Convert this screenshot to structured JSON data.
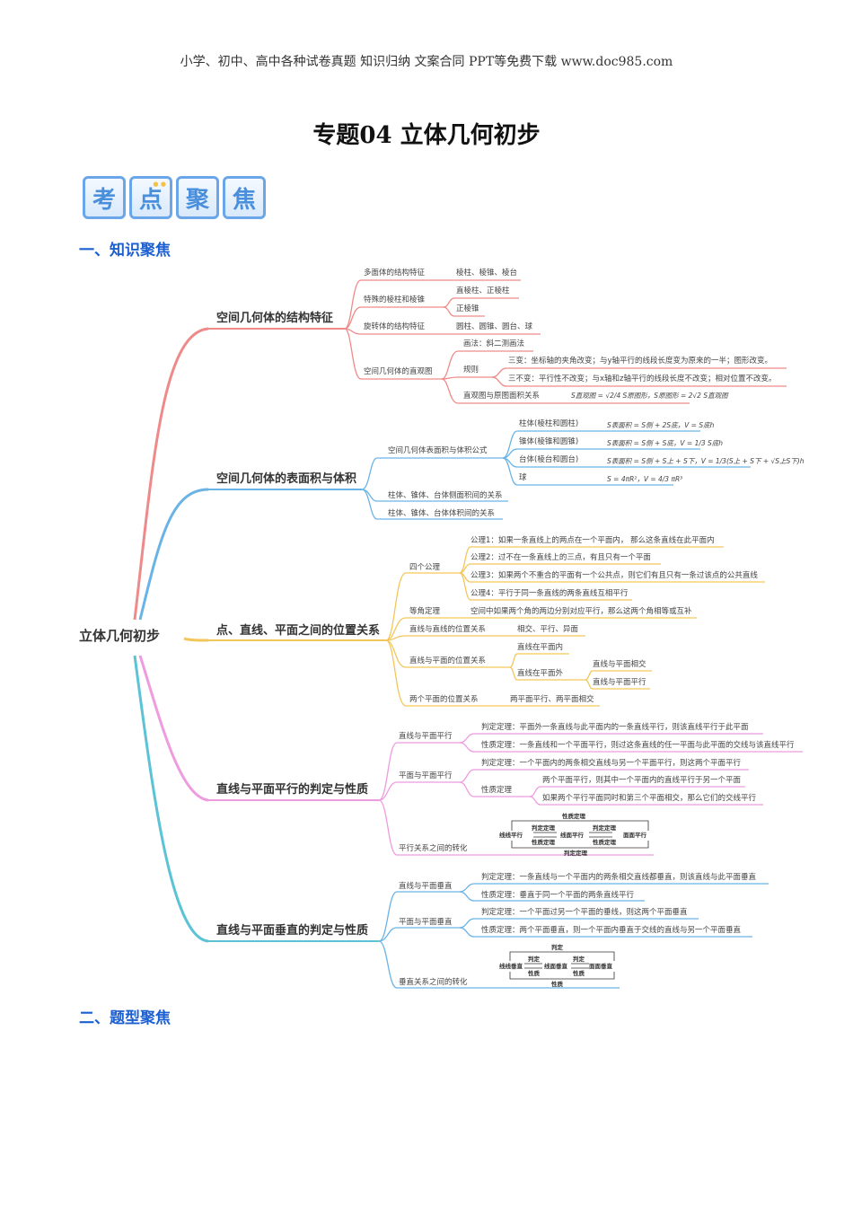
{
  "header": "小学、初中、高中各种试卷真题  知识归纳  文案合同  PPT等免费下载      www.doc985.com",
  "title": "专题04 立体几何初步",
  "badges": [
    "考",
    "点",
    "聚",
    "焦"
  ],
  "section1": "一、知识聚焦",
  "section2": "二、题型聚焦",
  "mindmap": {
    "root": "立体几何初步",
    "branch1": {
      "label": "空间几何体的结构特征",
      "items": {
        "poly": "多面体的结构特征",
        "poly_v": "棱柱、棱锥、棱台",
        "special": "特殊的棱柱和棱锥",
        "special_v1": "直棱柱、正棱柱",
        "special_v2": "正棱锥",
        "rot": "旋转体的结构特征",
        "rot_v": "圆柱、圆锥、圆台、球",
        "intuit": "空间几何体的直观图",
        "method": "画法：斜二测画法",
        "rule": "规则",
        "rule1": "三变：坐标轴的夹角改变；与y轴平行的线段长度变为原来的一半；图形改变。",
        "rule2": "三不变：平行性不改变；与x轴和z轴平行的线段长度不改变；相对位置不改变。",
        "area_rel": "直观图与原图面积关系",
        "area_formula": "S直观图 = √2/4 S原图形，S原图形 = 2√2 S直观图"
      }
    },
    "branch2": {
      "label": "空间几何体的表面积与体积",
      "items": {
        "formula": "空间几何体表面积与体积公式",
        "prism": "柱体(棱柱和圆柱)",
        "prism_f": "S表面积 = S侧 + 2S底，V = S底h",
        "pyramid": "锥体(棱锥和圆锥)",
        "pyramid_f": "S表面积 = S侧 + S底，V = 1/3 S底h",
        "frustum": "台体(棱台和圆台)",
        "frustum_f": "S表面积 = S侧 + S上 + S下，V = 1/3(S上 + S下 + √S上S下)h",
        "sphere": "球",
        "sphere_f": "S = 4πR²，V = 4/3 πR³",
        "lateral": "柱体、锥体、台体侧面积间的关系",
        "volume": "柱体、锥体、台体体积间的关系"
      }
    },
    "branch3": {
      "label": "点、直线、平面之间的位置关系",
      "items": {
        "axioms": "四个公理",
        "ax1": "公理1：如果一条直线上的两点在一个平面内， 那么这条直线在此平面内",
        "ax2": "公理2：过不在一条直线上的三点，有且只有一个平面",
        "ax3": "公理3：如果两个不重合的平面有一个公共点，则它们有且只有一条过该点的公共直线",
        "ax4": "公理4：平行于同一条直线的两条直线互相平行",
        "equal_angle": "等角定理",
        "equal_angle_v": "空间中如果两个角的两边分别对应平行，那么这两个角相等或互补",
        "ll": "直线与直线的位置关系",
        "ll_v": "相交、平行、异面",
        "lp": "直线与平面的位置关系",
        "lp_in": "直线在平面内",
        "lp_out": "直线在平面外",
        "lp_cross": "直线与平面相交",
        "lp_para": "直线与平面平行",
        "pp": "两个平面的位置关系",
        "pp_v": "两平面平行、两平面相交"
      }
    },
    "branch4": {
      "label": "直线与平面平行的判定与性质",
      "items": {
        "lp": "直线与平面平行",
        "lp_judge": "判定定理：平面外一条直线与此平面内的一条直线平行，则该直线平行于此平面",
        "lp_prop": "性质定理：一条直线和一个平面平行，则过这条直线的任一平面与此平面的交线与该直线平行",
        "pp": "平面与平面平行",
        "pp_judge": "判定定理：一个平面内的两条相交直线与另一个平面平行，则这两个平面平行",
        "pp_prop": "性质定理",
        "pp_prop1": "两个平面平行，则其中一个平面内的直线平行于另一个平面",
        "pp_prop2": "如果两个平行平面同时和第三个平面相交，那么它们的交线平行",
        "conv": "平行关系之间的转化",
        "d_ll": "线线平行",
        "d_lp": "线面平行",
        "d_pp": "面面平行",
        "d_judge": "判定定理",
        "d_prop": "性质定理"
      }
    },
    "branch5": {
      "label": "直线与平面垂直的判定与性质",
      "items": {
        "lp": "直线与平面垂直",
        "lp_judge": "判定定理：一条直线与一个平面内的两条相交直线都垂直，则该直线与此平面垂直",
        "lp_prop": "性质定理：垂直于同一个平面的两条直线平行",
        "pp": "平面与平面垂直",
        "pp_judge": "判定定理：一个平面过另一个平面的垂线，则这两个平面垂直",
        "pp_prop": "性质定理：两个平面垂直，则一个平面内垂直于交线的直线与另一个平面垂直",
        "conv": "垂直关系之间的转化",
        "d_ll": "线线垂直",
        "d_lp": "线面垂直",
        "d_pp": "面面垂直",
        "d_judge": "判定",
        "d_prop": "性质"
      }
    }
  },
  "colors": {
    "red": "#ef8a8a",
    "blue": "#6ab3e6",
    "yellow": "#f3c65a",
    "pink": "#ee9be0",
    "teal": "#5cc3d6"
  }
}
